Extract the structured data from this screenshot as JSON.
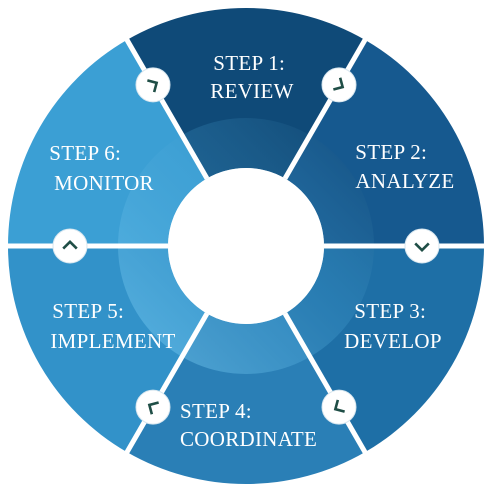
{
  "diagram": {
    "steps": [
      {
        "id": "review",
        "line1": "STEP 1:",
        "line2": "REVIEW",
        "color": "#0f4a78"
      },
      {
        "id": "analyze",
        "line1": "STEP 2:",
        "line2": "ANALYZE",
        "color": "#16598f"
      },
      {
        "id": "develop",
        "line1": "STEP 3:",
        "line2": "DEVELOP",
        "color": "#1e6fa6"
      },
      {
        "id": "coordinate",
        "line1": "STEP 4:",
        "line2": "COORDINATE",
        "color": "#2a7fb6"
      },
      {
        "id": "implement",
        "line1": "STEP 5:",
        "line2": "IMPLEMENT",
        "color": "#3292c9"
      },
      {
        "id": "monitor",
        "line1": "STEP 6:",
        "line2": "MONITOR",
        "color": "#3b9fd4"
      }
    ],
    "inner_ring_light": "#5db5e2",
    "inner_ring_dark": "#1a5a8a",
    "connector_icons": [
      "chevron-icon",
      "chevron-icon",
      "chevron-icon",
      "chevron-icon",
      "chevron-icon",
      "chevron-icon"
    ]
  }
}
